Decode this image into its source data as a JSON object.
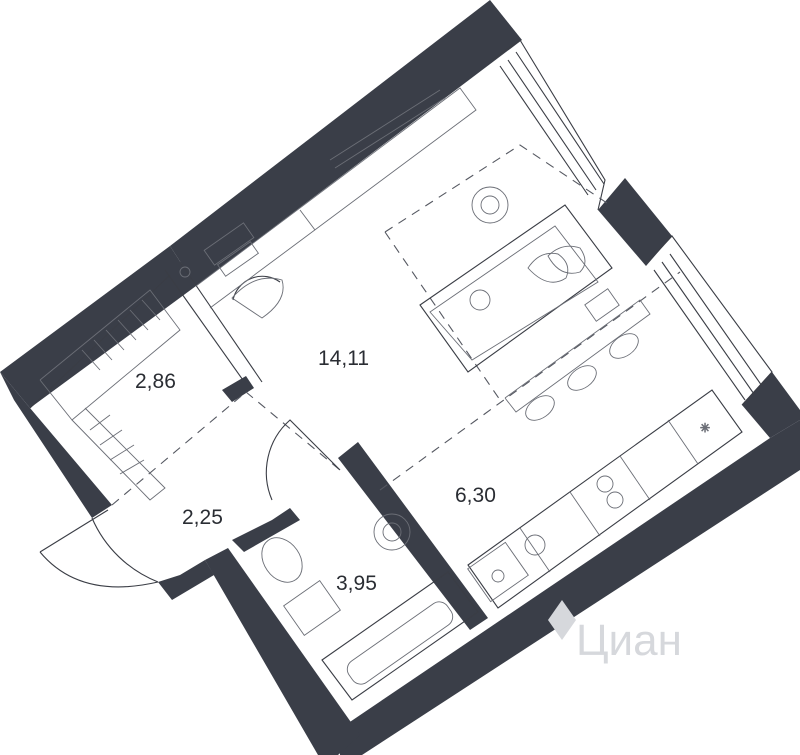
{
  "rooms": [
    {
      "id": "main-room",
      "area": "14,11"
    },
    {
      "id": "closet",
      "area": "2,86"
    },
    {
      "id": "hallway",
      "area": "2,25"
    },
    {
      "id": "bathroom",
      "area": "3,95"
    },
    {
      "id": "kitchen",
      "area": "6,30"
    }
  ],
  "watermark": {
    "text": "Циан"
  },
  "colors": {
    "wall": "#3a3e48",
    "line": "#3a3d45",
    "watermark": "#d6d8dc",
    "background": "#ffffff"
  }
}
